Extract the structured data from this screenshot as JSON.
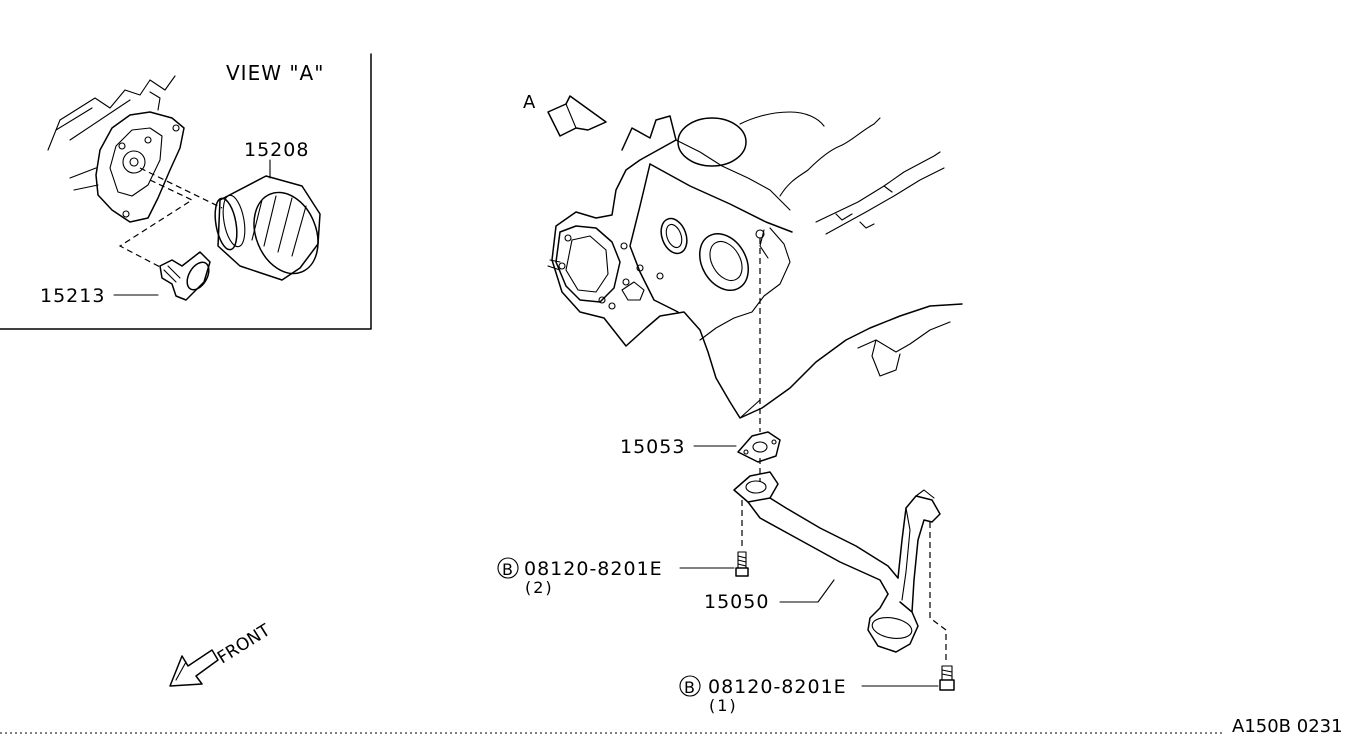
{
  "inset": {
    "title": "VIEW \"A\"",
    "parts": {
      "oil_filter": "15208",
      "connector": "15213"
    }
  },
  "main": {
    "arrow_label": "A",
    "parts": {
      "gasket": "15053",
      "strainer": "15050"
    },
    "bolts": [
      {
        "badge": "B",
        "code": "08120-8201E",
        "qty": "(2)"
      },
      {
        "badge": "B",
        "code": "08120-8201E",
        "qty": "(1)"
      }
    ],
    "front_label": "FRONT"
  },
  "diagram_code": "A150B 0231"
}
